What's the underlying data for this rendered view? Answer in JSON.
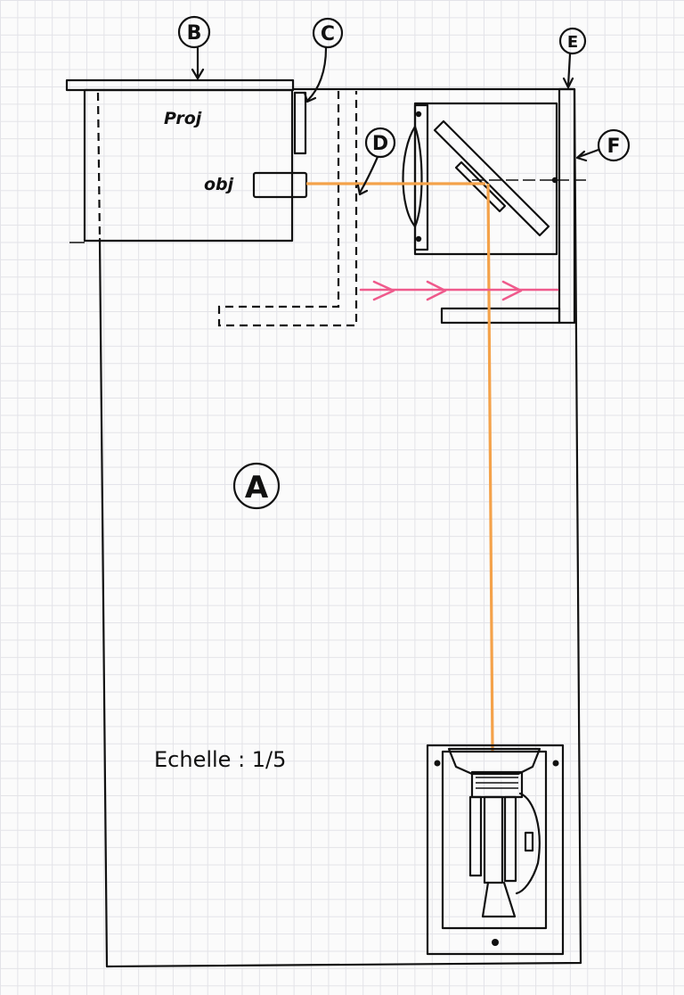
{
  "labels": {
    "a": "A",
    "b": "B",
    "c": "C",
    "d": "D",
    "e": "E",
    "f": "F"
  },
  "annotations": {
    "proj": "Proj",
    "obj": "obj",
    "scale": "Echelle : 1/5"
  },
  "colors": {
    "beam": "#f4a24a",
    "airflow": "#ef5a8c",
    "ink": "#111111",
    "grid": "#e3e3e8"
  }
}
